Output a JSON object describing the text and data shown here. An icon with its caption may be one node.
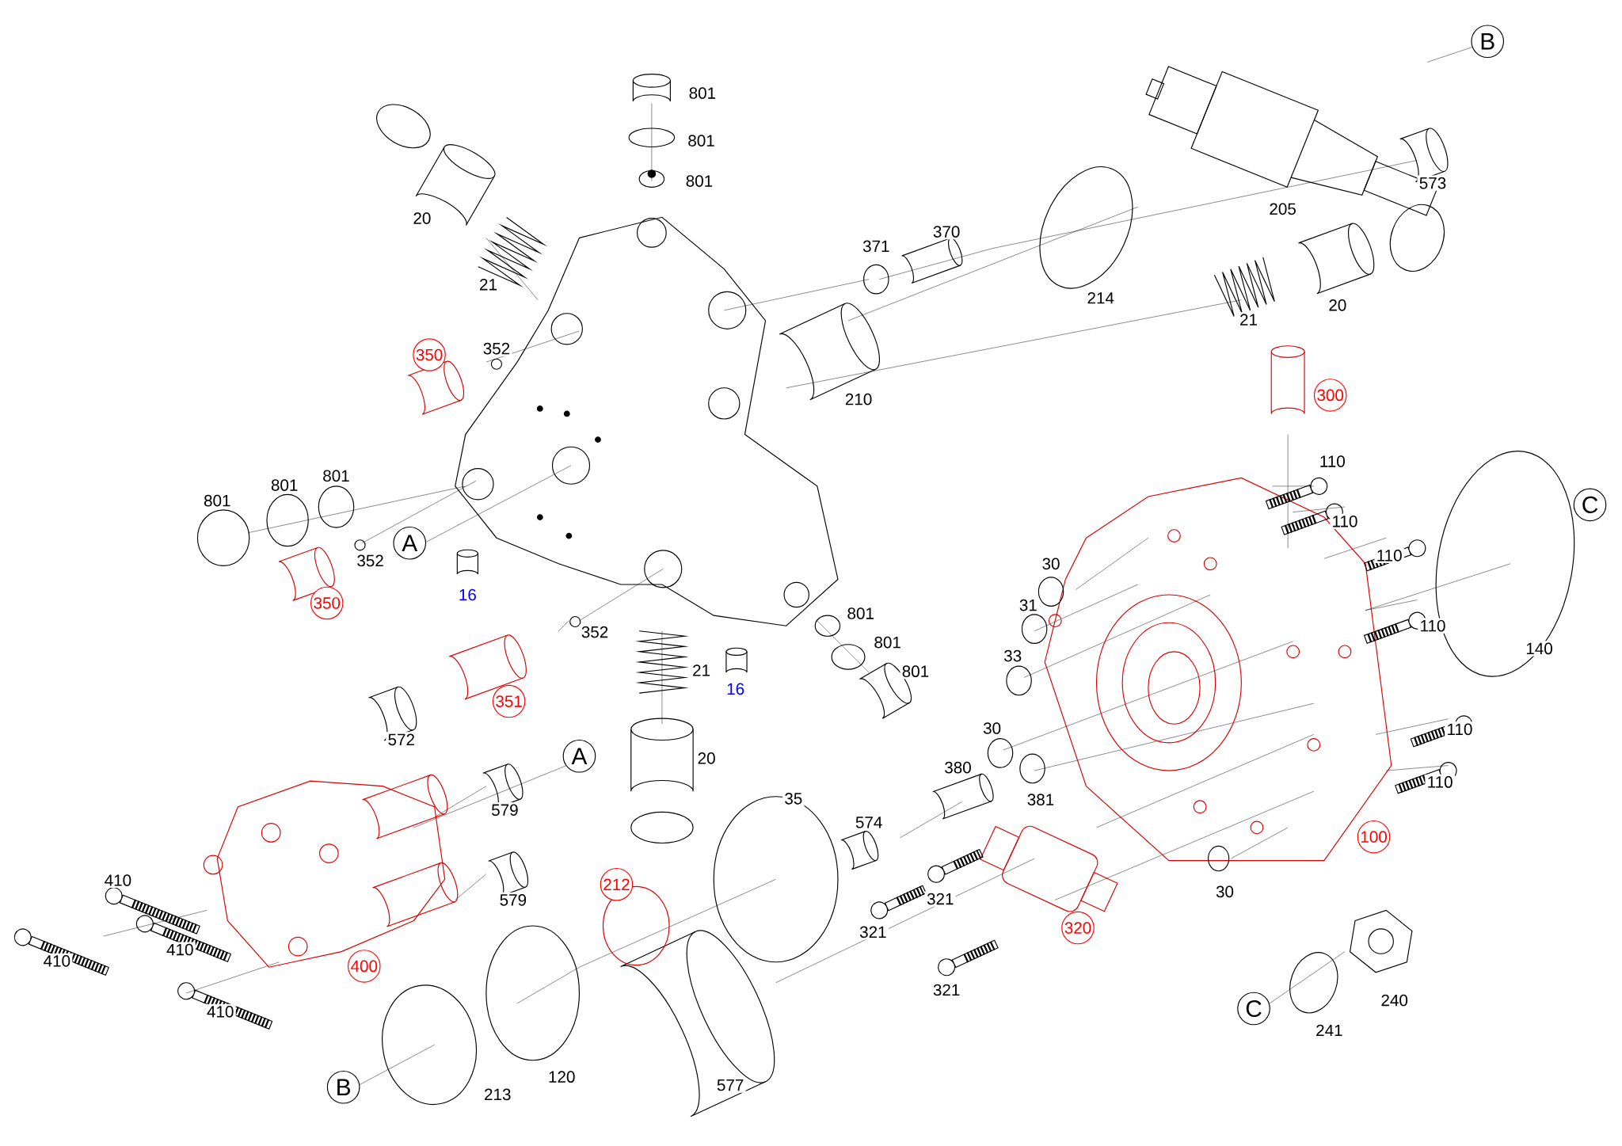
{
  "diagram": {
    "nodes": [
      {
        "text": [
          "B"
        ]
      },
      {
        "text": [
          "350"
        ]
      },
      {
        "text": [
          "300"
        ]
      },
      {
        "text": [
          "C"
        ]
      },
      {
        "text": [
          "A"
        ]
      },
      {
        "text": [
          "350"
        ]
      },
      {
        "text": [
          "351"
        ]
      },
      {
        "text": [
          "A"
        ]
      },
      {
        "text": [
          "100"
        ]
      },
      {
        "text": [
          "212"
        ]
      },
      {
        "text": [
          "320"
        ]
      },
      {
        "text": [
          "400"
        ]
      },
      {
        "text": [
          "C"
        ]
      },
      {
        "text": [
          "B"
        ]
      }
    ],
    "labels": [
      "801",
      "801",
      "801",
      "20",
      "573",
      "205",
      "370",
      "371",
      "21",
      "214",
      "20",
      "21",
      "352",
      "210",
      "110",
      "801",
      "801",
      "801",
      "110",
      "352",
      "110",
      "30",
      "16",
      "31",
      "352",
      "110",
      "801",
      "801",
      "140",
      "33",
      "21",
      "801",
      "16",
      "110",
      "30",
      "572",
      "20",
      "380",
      "381",
      "110",
      "35",
      "579",
      "574",
      "410",
      "579",
      "321",
      "30",
      "321",
      "410",
      "410",
      "321",
      "240",
      "410",
      "241",
      "120",
      "577",
      "213"
    ]
  }
}
